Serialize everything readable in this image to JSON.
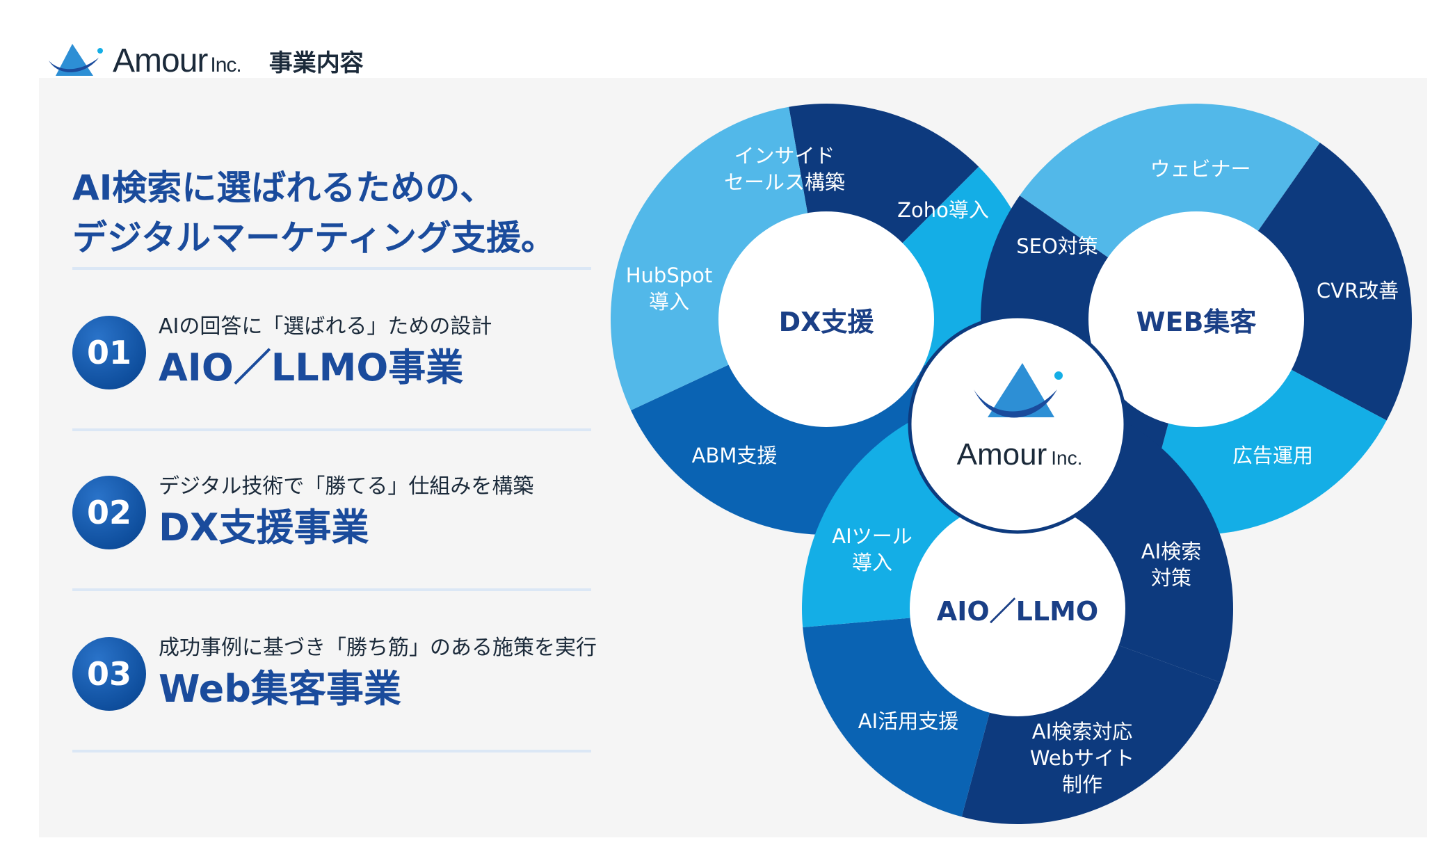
{
  "header": {
    "brand": "Amour",
    "brand_suffix": "Inc.",
    "title": "事業内容"
  },
  "headline": {
    "line1": "AI検索に選ばれるための、",
    "line2": "デジタルマーケティング支援。"
  },
  "services": [
    {
      "number": "01",
      "subtitle": "AIの回答に「選ばれる」ための設計",
      "title": "AIO／LLMO事業"
    },
    {
      "number": "02",
      "subtitle": "デジタル技術で「勝てる」仕組みを構築",
      "title": "DX支援事業"
    },
    {
      "number": "03",
      "subtitle": "成功事例に基づき「勝ち筋」のある施策を実行",
      "title": "Web集客事業"
    }
  ],
  "diagram": {
    "center_brand": "Amour",
    "center_suffix": "Inc.",
    "dx": {
      "label": "DX支援",
      "segments": [
        "インサイド セールス構築",
        "Zoho導入",
        "ABM支援",
        "HubSpot 導入"
      ]
    },
    "web": {
      "label": "WEB集客",
      "segments": [
        "ウェビナー",
        "CVR改善",
        "広告運用",
        "SEO対策"
      ]
    },
    "aio": {
      "label": "AIO／LLMO",
      "segments": [
        "AI検索 対策",
        "AI検索対応 Webサイト 制作",
        "AI活用支援",
        "AIツール 導入"
      ]
    }
  },
  "colors": {
    "navy": "#0d3a7e",
    "blue": "#0a63b3",
    "sky": "#14aee6",
    "light": "#52b8e9",
    "text_blue": "#1a4b9c"
  }
}
